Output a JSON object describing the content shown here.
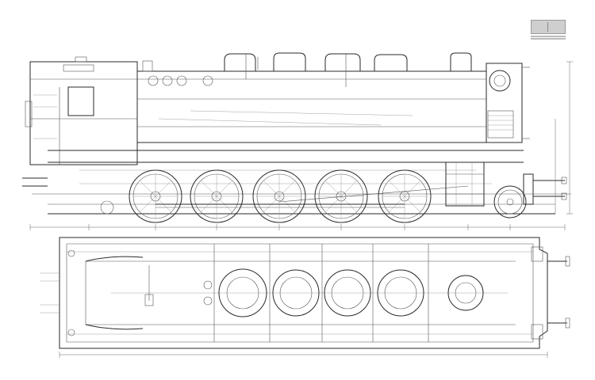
{
  "title_block": {
    "text": ""
  },
  "views": [
    {
      "id": "side-elevation",
      "label": ""
    },
    {
      "id": "plan-view",
      "label": ""
    }
  ],
  "components": {
    "driving_wheels": 5,
    "front_wheel": 1,
    "boiler_domes": 5
  }
}
